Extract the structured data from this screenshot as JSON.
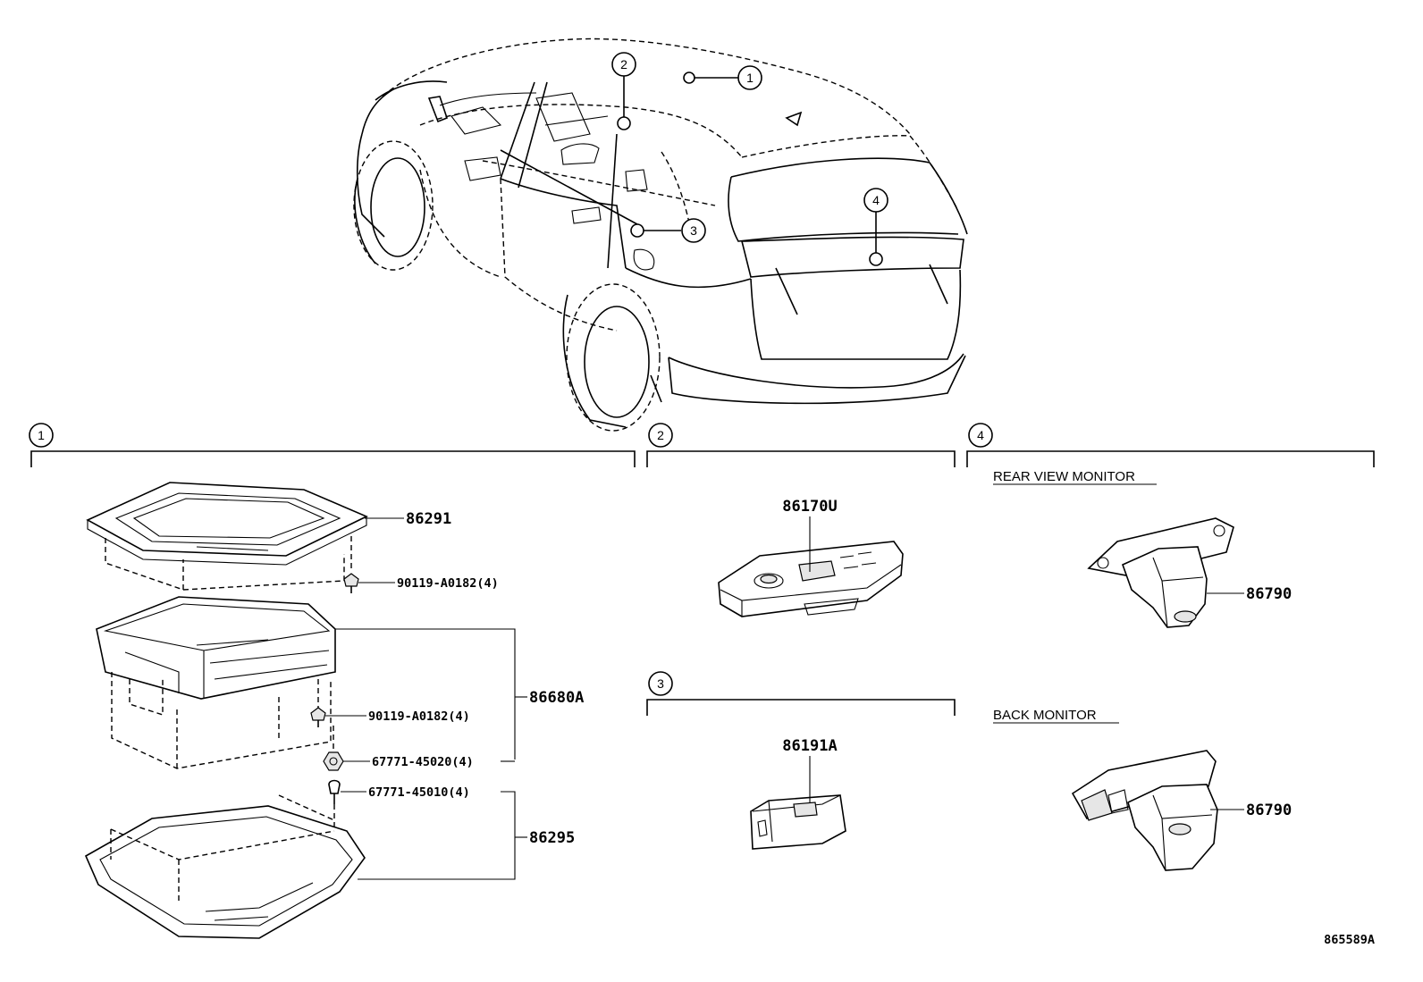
{
  "callouts": [
    "1",
    "2",
    "3",
    "4"
  ],
  "section_titles": {
    "rear_view_monitor": "REAR VIEW MONITOR",
    "back_monitor": "BACK MONITOR"
  },
  "parts": {
    "p86291": "86291",
    "p90119_top": "90119-A0182(4)",
    "p86680A": "86680A",
    "p90119_mid": "90119-A0182(4)",
    "p67771_45020": "67771-45020(4)",
    "p67771_45010": "67771-45010(4)",
    "p86295": "86295",
    "p86170U": "86170U",
    "p86191A": "86191A",
    "p86790_rear": "86790",
    "p86790_back": "86790"
  },
  "diagram_id": "865589A"
}
